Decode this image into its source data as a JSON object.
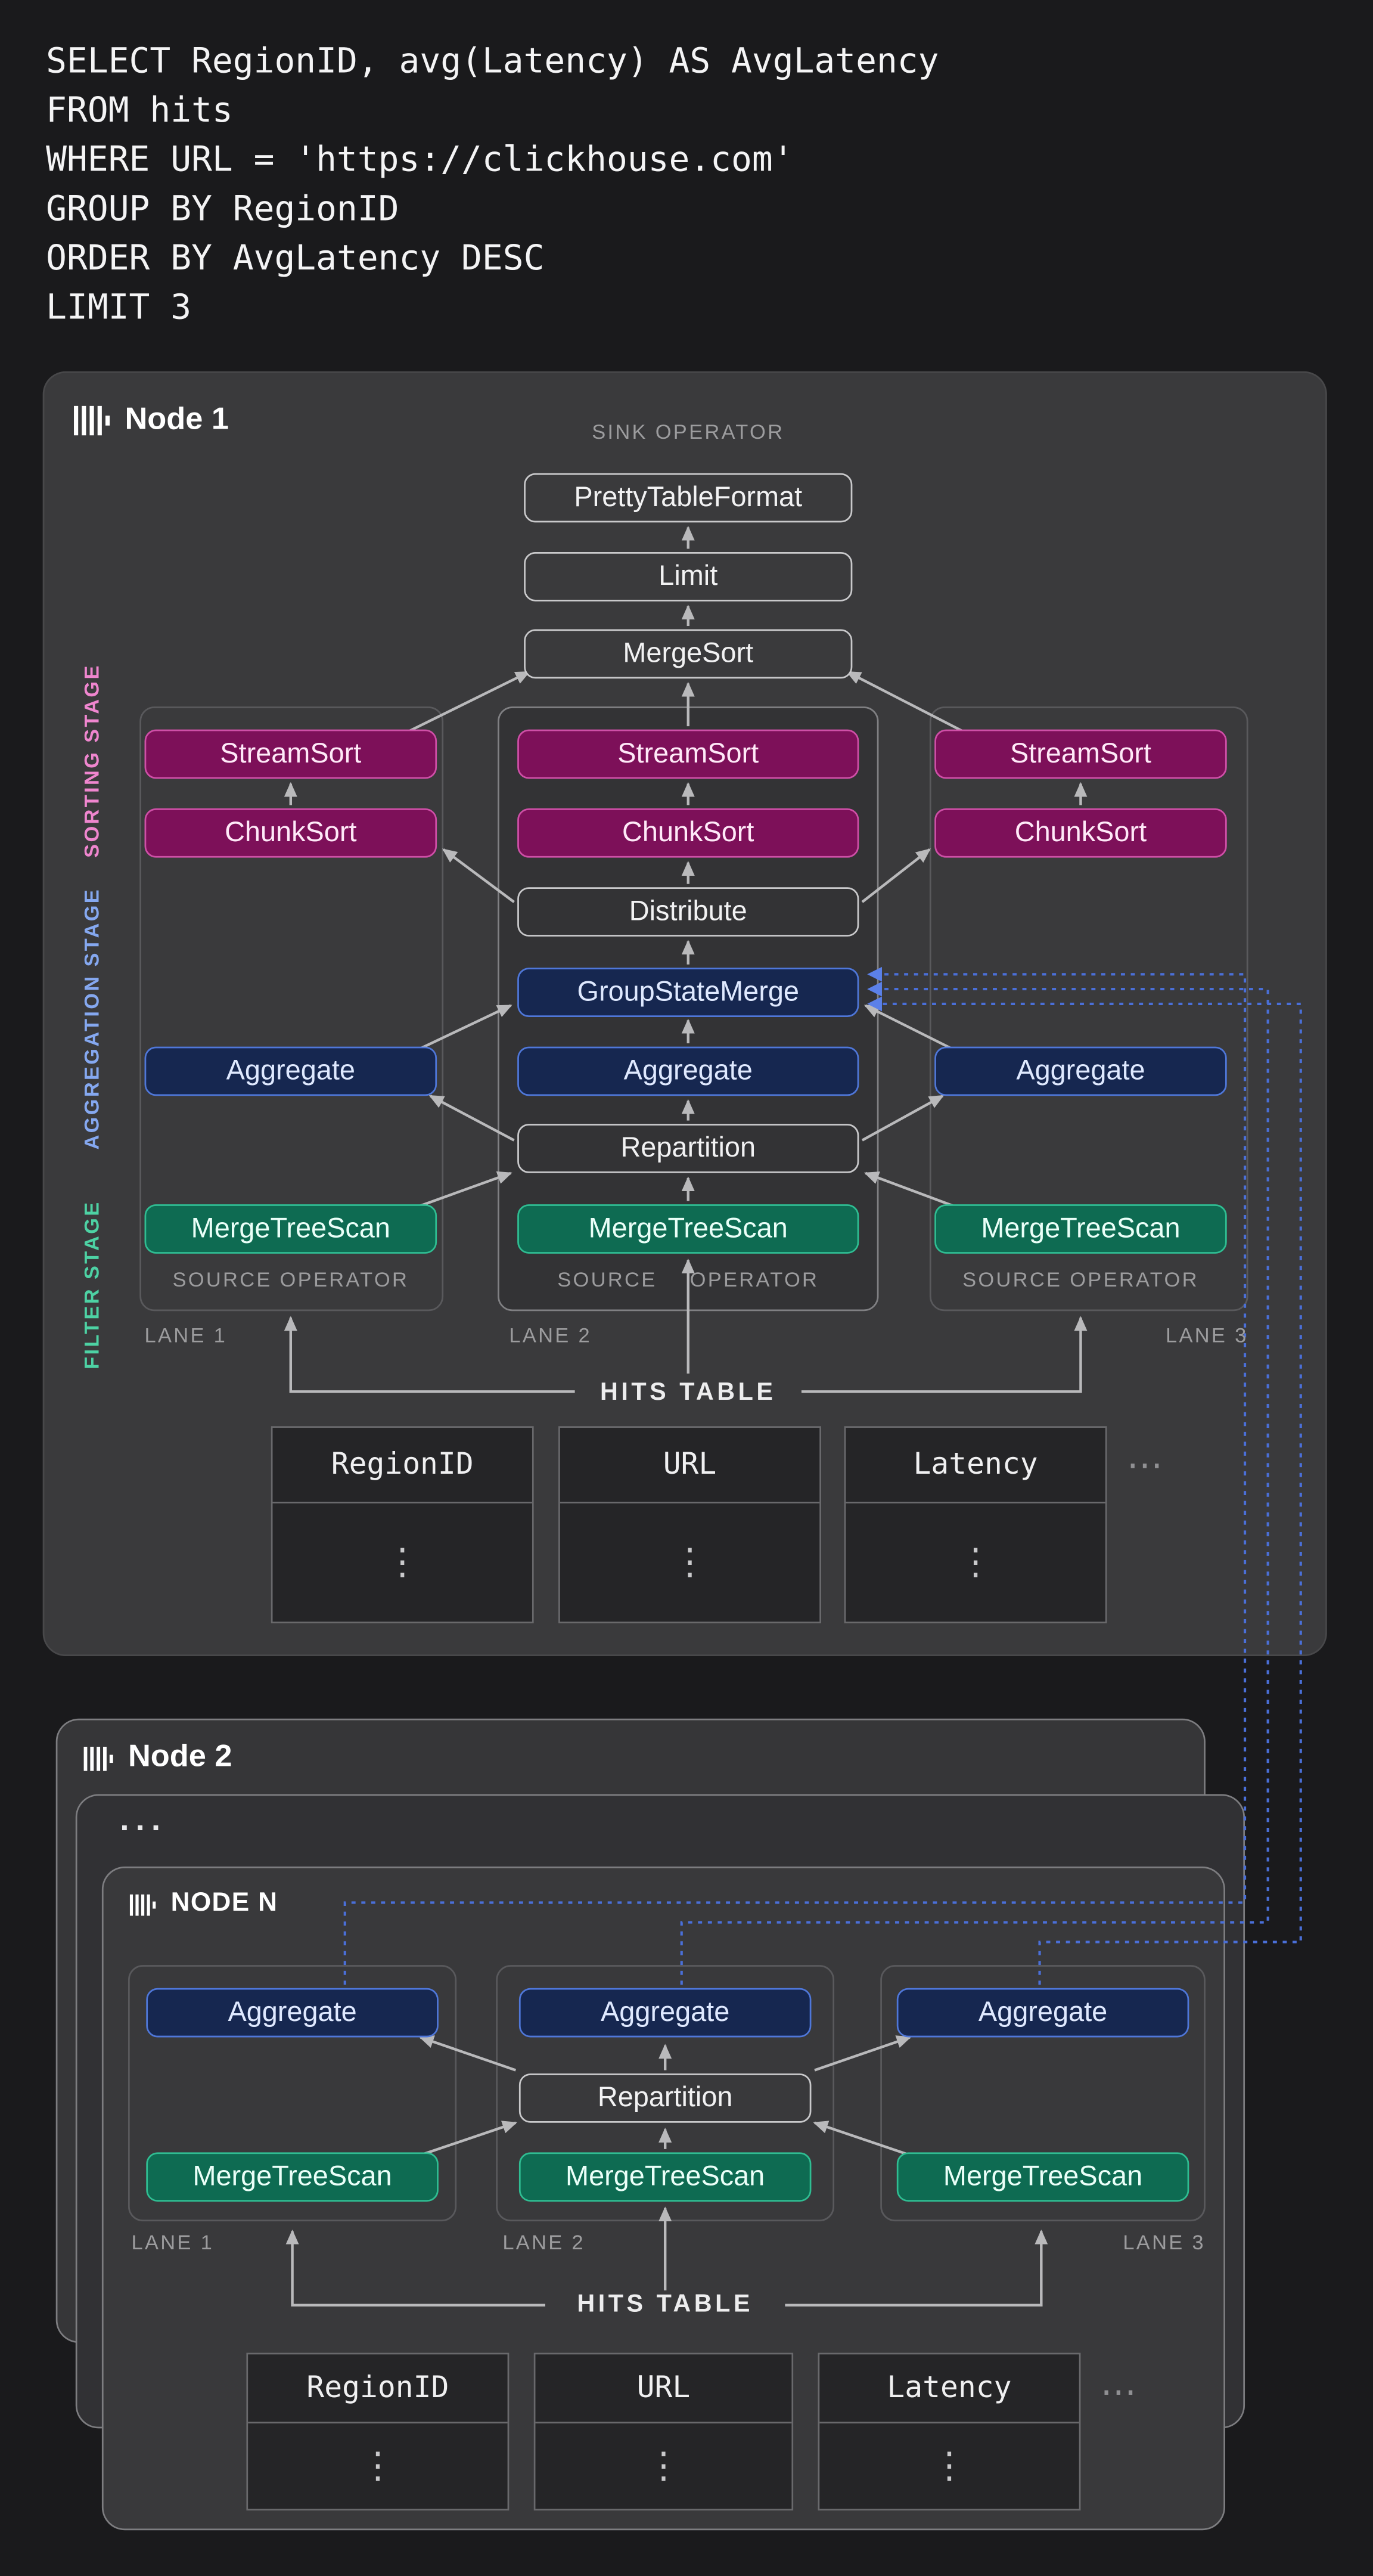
{
  "colors": {
    "background": "#1a1a1c",
    "panel": "#3a3a3c",
    "magenta_fill": "#7d1059",
    "magenta_border": "#cf4fa7",
    "navy_fill": "#162750",
    "navy_border": "#4f77d9",
    "teal_fill": "#0e6b52",
    "teal_border": "#2fbd92",
    "arrow_gray": "#b9b9bb",
    "internode_link_blue": "#4a6fd8",
    "stage_sorting": "#ef86cf",
    "stage_aggregation": "#85a8f0",
    "stage_filter": "#4dd2a4"
  },
  "sql": {
    "lines": [
      "SELECT RegionID, avg(Latency) AS AvgLatency",
      "FROM hits",
      "WHERE URL = 'https://clickhouse.com'",
      "GROUP BY RegionID",
      "ORDER BY AvgLatency DESC",
      "LIMIT 3"
    ]
  },
  "node1": {
    "title": "Node 1",
    "sink_label": "SINK OPERATOR",
    "sink_ops": [
      "PrettyTableFormat",
      "Limit",
      "MergeSort"
    ],
    "stages": {
      "sorting": "SORTING STAGE",
      "aggregation": "AGGREGATION STAGE",
      "filter": "FILTER STAGE"
    },
    "lane1": {
      "label": "LANE 1",
      "source": "SOURCE OPERATOR",
      "stream_sort": "StreamSort",
      "chunk_sort": "ChunkSort",
      "aggregate": "Aggregate",
      "merge_tree_scan": "MergeTreeScan"
    },
    "lane2": {
      "label": "LANE 2",
      "source_left": "SOURCE",
      "source_right": "OPERATOR",
      "stream_sort": "StreamSort",
      "chunk_sort": "ChunkSort",
      "distribute": "Distribute",
      "group_state_merge": "GroupStateMerge",
      "aggregate": "Aggregate",
      "repartition": "Repartition",
      "merge_tree_scan": "MergeTreeScan"
    },
    "lane3": {
      "label": "LANE 3",
      "source": "SOURCE OPERATOR",
      "stream_sort": "StreamSort",
      "chunk_sort": "ChunkSort",
      "aggregate": "Aggregate",
      "merge_tree_scan": "MergeTreeScan"
    },
    "hits_label": "HITS TABLE",
    "table": {
      "columns": [
        "RegionID",
        "URL",
        "Latency"
      ],
      "row_ellipsis": "⋮",
      "more_columns": "⋯"
    }
  },
  "node2": {
    "title": "Node 2",
    "collapsed_ellipsis": "..."
  },
  "noden": {
    "title": "NODE N",
    "lane1": {
      "label": "LANE 1",
      "aggregate": "Aggregate",
      "merge_tree_scan": "MergeTreeScan"
    },
    "lane2": {
      "label": "LANE 2",
      "aggregate": "Aggregate",
      "repartition": "Repartition",
      "merge_tree_scan": "MergeTreeScan"
    },
    "lane3": {
      "label": "LANE 3",
      "aggregate": "Aggregate",
      "merge_tree_scan": "MergeTreeScan"
    },
    "hits_label": "HITS TABLE",
    "table": {
      "columns": [
        "RegionID",
        "URL",
        "Latency"
      ],
      "row_ellipsis": "⋮",
      "more_columns": "⋯"
    }
  }
}
